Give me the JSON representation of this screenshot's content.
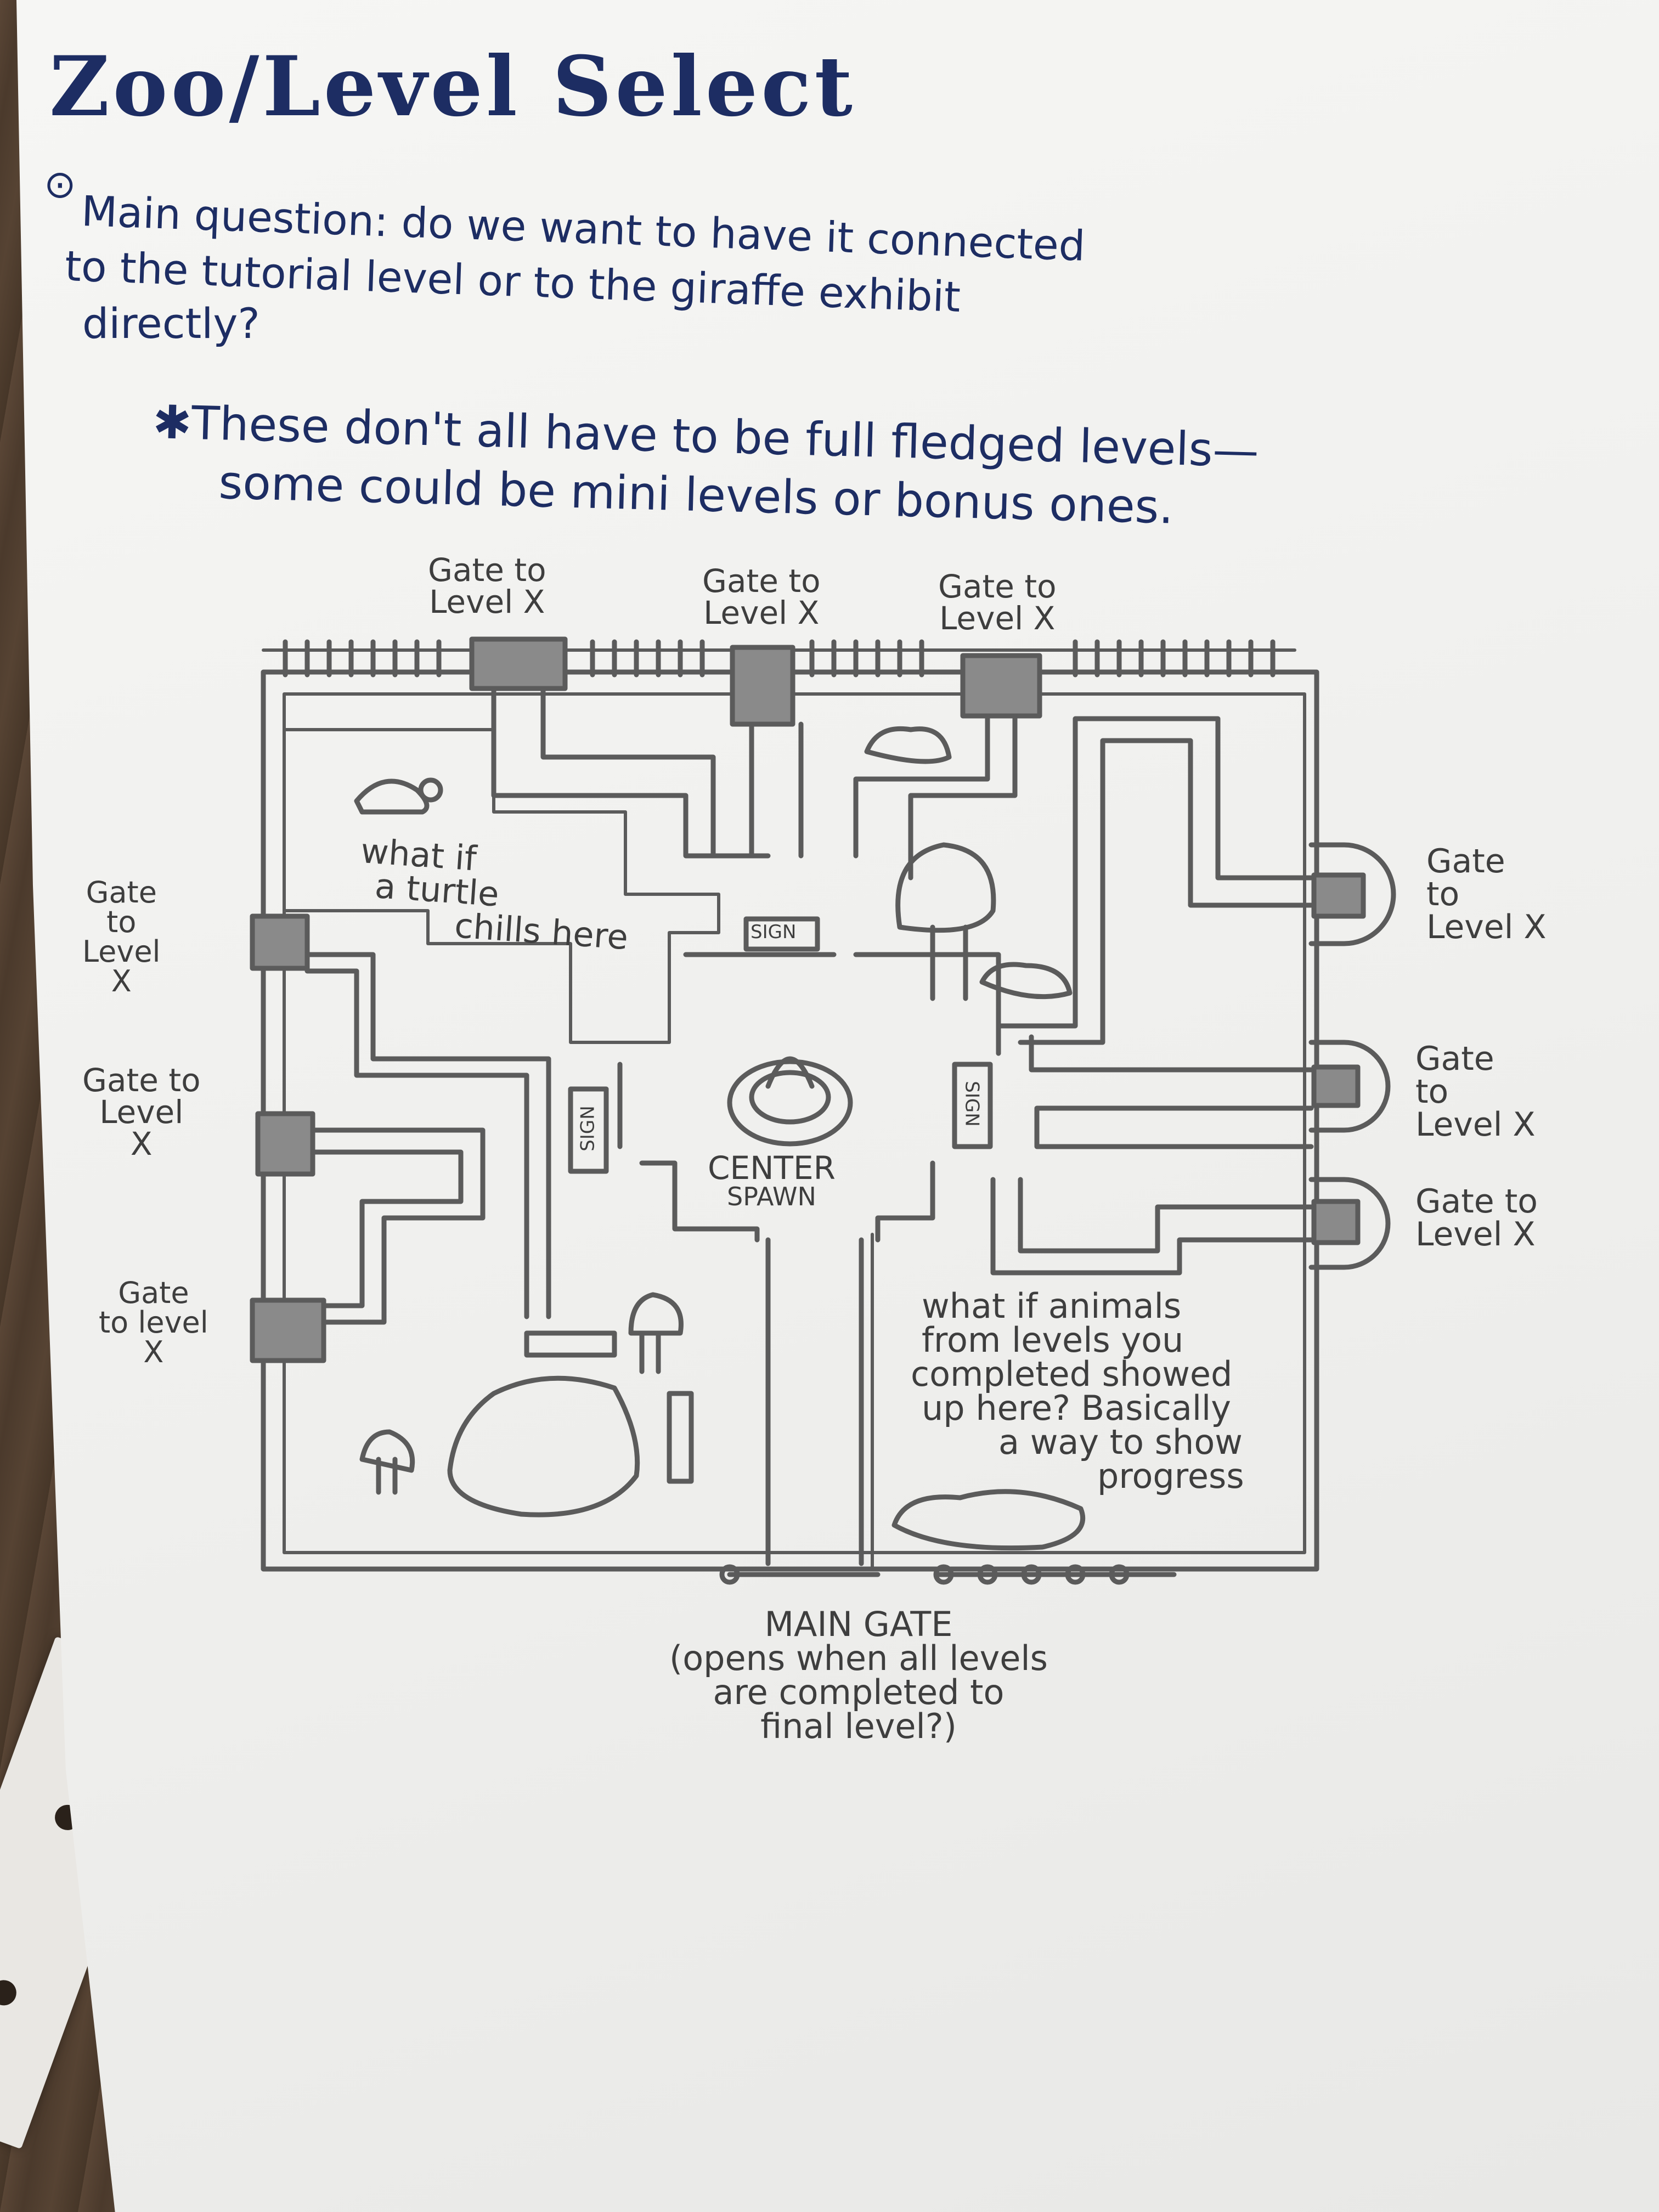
{
  "title": "Zoo/Level Select",
  "question": {
    "bullet": "⊙",
    "lines": [
      "Main question: do we want to have it connected",
      "to the tutorial level or to the giraffe exhibit",
      "directly?"
    ]
  },
  "note": {
    "lines": [
      "✱These don't all have to be full fledged levels—",
      "some could be mini levels or bonus ones."
    ]
  },
  "map": {
    "top_gates": [
      {
        "line1": "Gate to",
        "line2": "Level X"
      },
      {
        "line1": "Gate to",
        "line2": "Level X"
      },
      {
        "line1": "Gate to",
        "line2": "Level X"
      }
    ],
    "left_gates": [
      {
        "line1": "Gate",
        "line2": "to",
        "line3": "Level",
        "line4": "X"
      },
      {
        "line1": "Gate to",
        "line2": "Level",
        "line3": "X"
      },
      {
        "line1": "Gate",
        "line2": "to level",
        "line3": "X"
      }
    ],
    "right_gates": [
      {
        "line1": "Gate",
        "line2": "to",
        "line3": "Level X"
      },
      {
        "line1": "Gate",
        "line2": "to",
        "line3": "Level X"
      },
      {
        "line1": "Gate to",
        "line2": "Level X"
      }
    ],
    "turtle_note": [
      "what if",
      "a turtle",
      "chills here"
    ],
    "sign_labels": [
      "SIGN",
      "SIGN",
      "SIGN"
    ],
    "center": [
      "CENTER",
      "SPAWN"
    ],
    "animals_note": [
      "what if animals",
      "from levels you",
      "completed showed",
      "up here? Basically",
      "a way to show",
      "progress"
    ],
    "main_gate": [
      "MAIN GATE",
      "(opens when all levels",
      "are completed to",
      "final level?)"
    ]
  },
  "colors": {
    "ink": "#1d2d63",
    "pencil": "#4a4a4a"
  }
}
